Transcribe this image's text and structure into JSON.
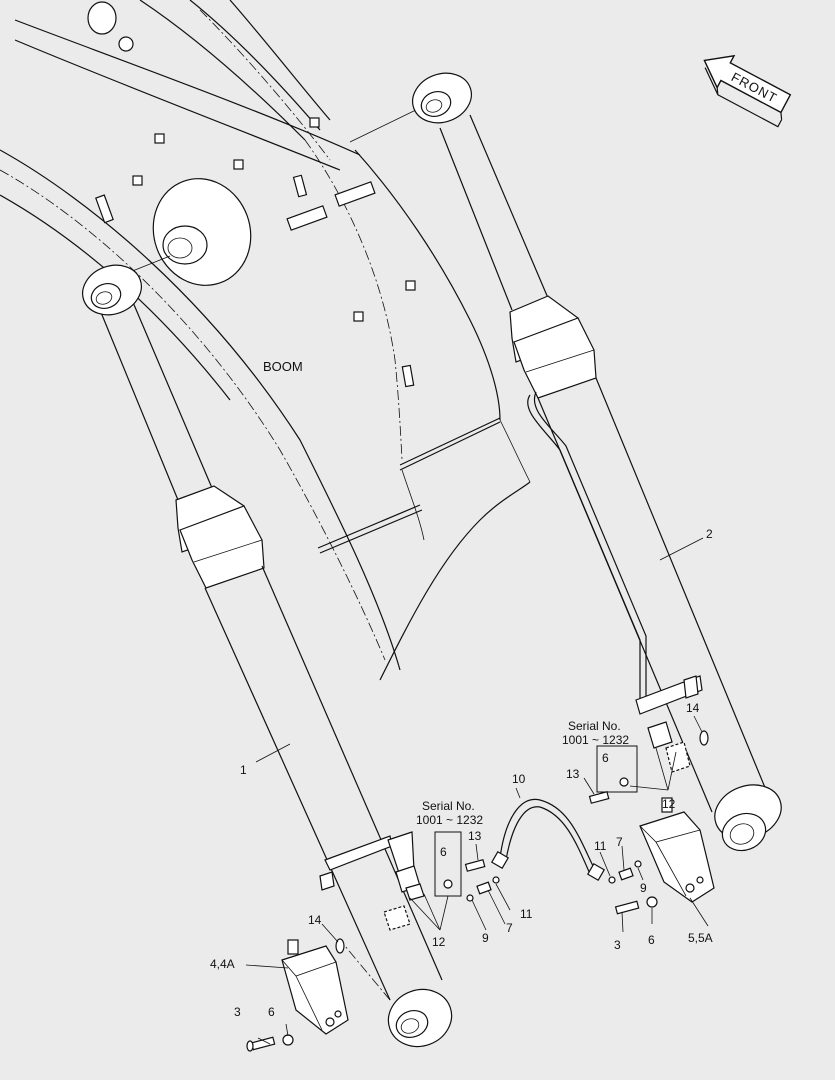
{
  "boom_label": "BOOM",
  "front_label": "FRONT",
  "callouts": {
    "c1": "1",
    "c2": "2",
    "c3a": "3",
    "c3b": "3",
    "c4": "4,4A",
    "c5": "5,5A",
    "c6a": "6",
    "c6b": "6",
    "c6c": "6",
    "c6d": "6",
    "c7a": "7",
    "c7b": "7",
    "c9a": "9",
    "c9b": "9",
    "c10": "10",
    "c11a": "11",
    "c11b": "11",
    "c12a": "12",
    "c12b": "12",
    "c13a": "13",
    "c13b": "13",
    "c14a": "14",
    "c14b": "14"
  },
  "serial_left": {
    "title": "Serial No.",
    "range": "1001 ~ 1232"
  },
  "serial_right": {
    "title": "Serial No.",
    "range": "1001 ~ 1232"
  }
}
